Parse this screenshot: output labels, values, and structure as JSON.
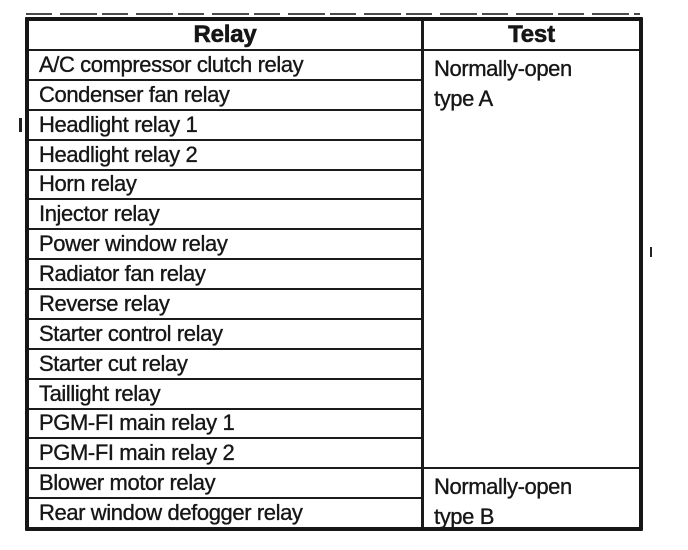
{
  "table": {
    "header": {
      "relay": "Relay",
      "test": "Test"
    },
    "relay_rows": [
      "A/C compressor clutch relay",
      "Condenser fan relay",
      "Headlight relay 1",
      "Headlight relay 2",
      "Horn relay",
      "Injector relay",
      "Power window relay",
      "Radiator fan relay",
      "Reverse relay",
      "Starter control relay",
      "Starter cut relay",
      "Taillight relay",
      "PGM-FI main relay 1",
      "PGM-FI main relay 2",
      "Blower motor relay",
      "Rear window defogger relay"
    ],
    "test_groups": [
      {
        "line1": "Normally-open",
        "line2": "type A",
        "row_span": 14
      },
      {
        "line1": "Normally-open",
        "line2": "type B",
        "row_span": 2
      }
    ]
  },
  "colors": {
    "ink": "#161616",
    "paper": "#ffffff"
  }
}
